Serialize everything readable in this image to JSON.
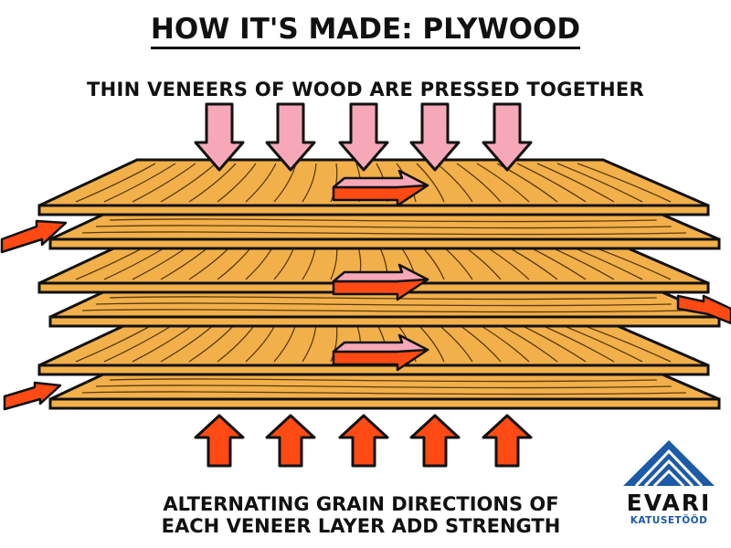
{
  "title": "HOW IT'S MADE: PLYWOOD",
  "subtitle": "THIN VENEERS OF WOOD ARE PRESSED TOGETHER",
  "caption": [
    "ALTERNATING GRAIN DIRECTIONS OF",
    "EACH VENEER LAYER ADD STRENGTH"
  ],
  "logo": {
    "brand": "EVARI",
    "tagline": "KATUSETÖÖD"
  },
  "colors": {
    "wood": "#f2b04a",
    "pressure_top": "#f7a8b8",
    "pressure_bottom": "#ff4a14",
    "logo_blue": "#1d5aa8"
  }
}
